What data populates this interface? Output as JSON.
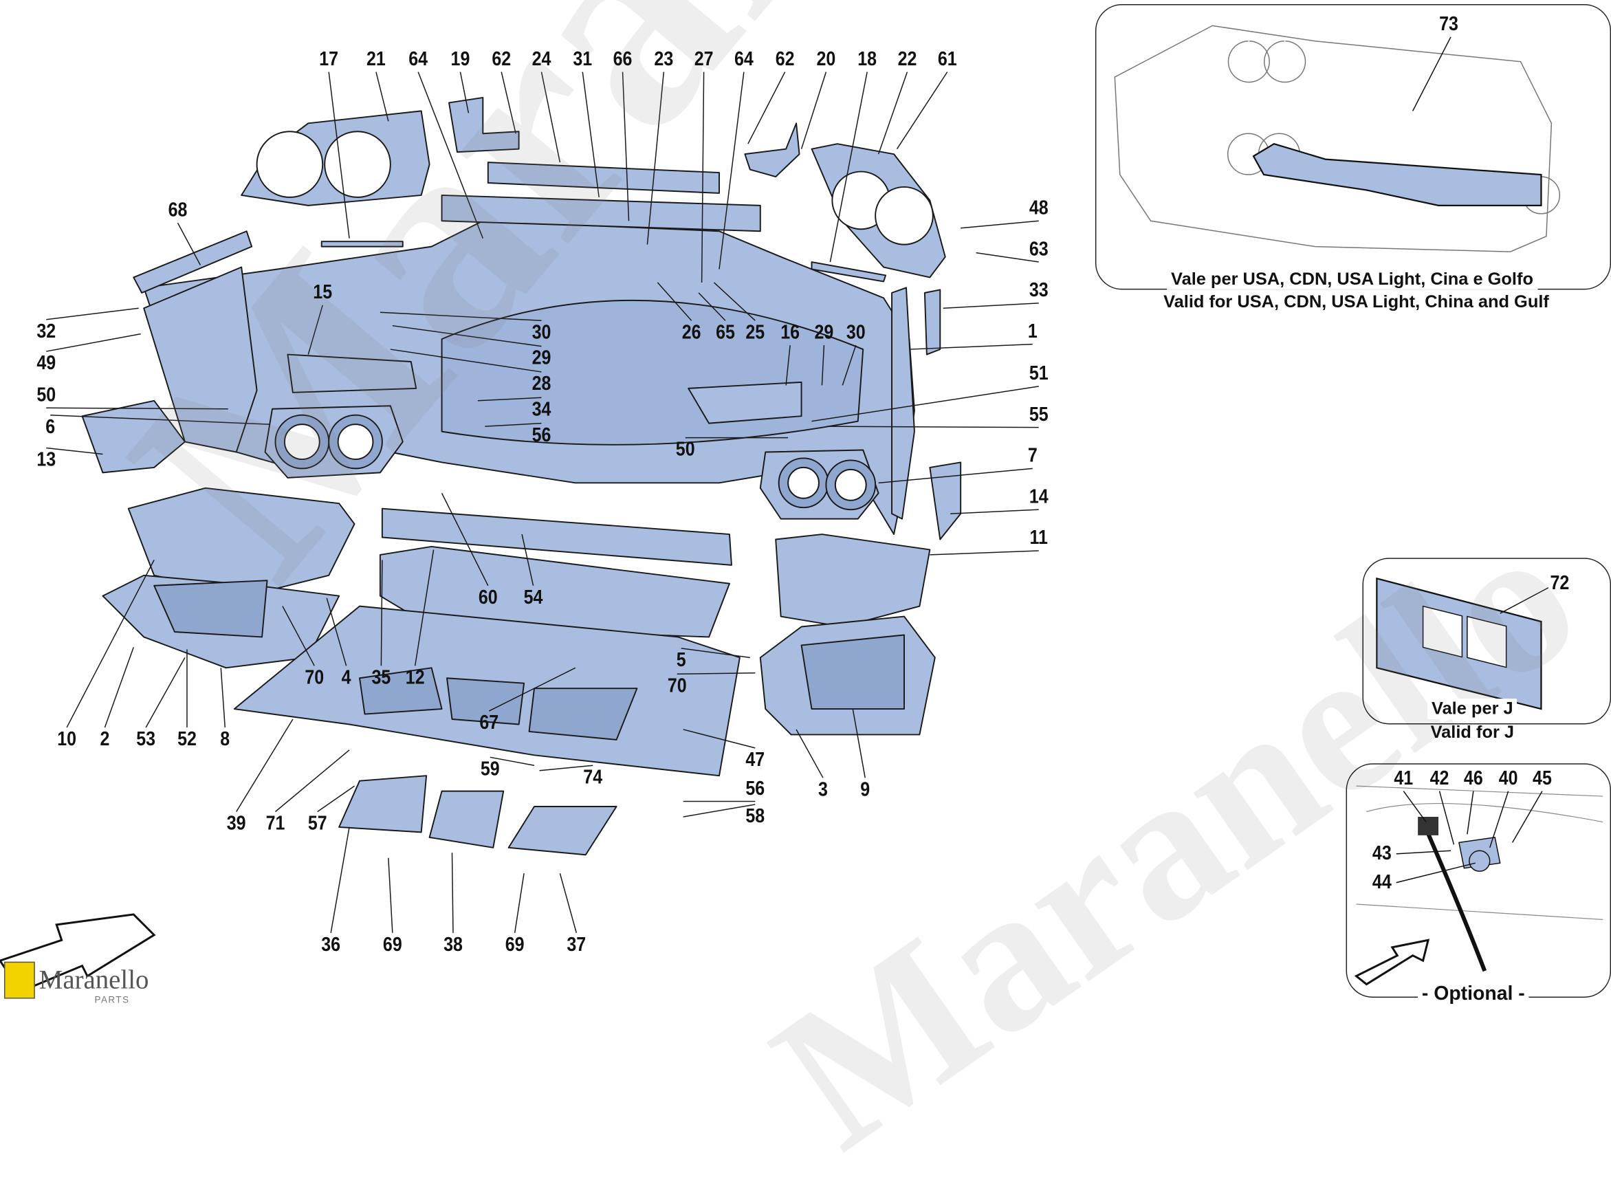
{
  "watermark": {
    "text": "Maranello",
    "sub": "PARTS"
  },
  "callouts": [
    "17",
    "21",
    "64",
    "19",
    "62",
    "24",
    "31",
    "66",
    "23",
    "27",
    "64",
    "62",
    "20",
    "18",
    "22",
    "61",
    "68",
    "48",
    "63",
    "33",
    "1",
    "51",
    "55",
    "7",
    "14",
    "11",
    "32",
    "49",
    "50",
    "6",
    "13",
    "15",
    "30",
    "29",
    "28",
    "34",
    "56",
    "26",
    "65",
    "25",
    "16",
    "29",
    "30",
    "50",
    "60",
    "54",
    "70",
    "4",
    "35",
    "12",
    "5",
    "70",
    "67",
    "47",
    "59",
    "74",
    "56",
    "58",
    "10",
    "2",
    "53",
    "52",
    "8",
    "39",
    "71",
    "57",
    "3",
    "9",
    "36",
    "69",
    "38",
    "69",
    "37"
  ],
  "inset_usa": {
    "callout": "73",
    "line1": "Vale per USA, CDN, USA Light, Cina e Golfo",
    "line2": "Valid for USA, CDN, USA Light, China and Gulf"
  },
  "inset_j": {
    "callout": "72",
    "line1": "Vale per J",
    "line2": "Valid for J"
  },
  "inset_optional": {
    "callouts": [
      "41",
      "42",
      "46",
      "40",
      "45",
      "43",
      "44"
    ],
    "caption": "- Optional -"
  },
  "colors": {
    "part_fill": "#a9bde0",
    "stroke": "#1a1a1a"
  }
}
